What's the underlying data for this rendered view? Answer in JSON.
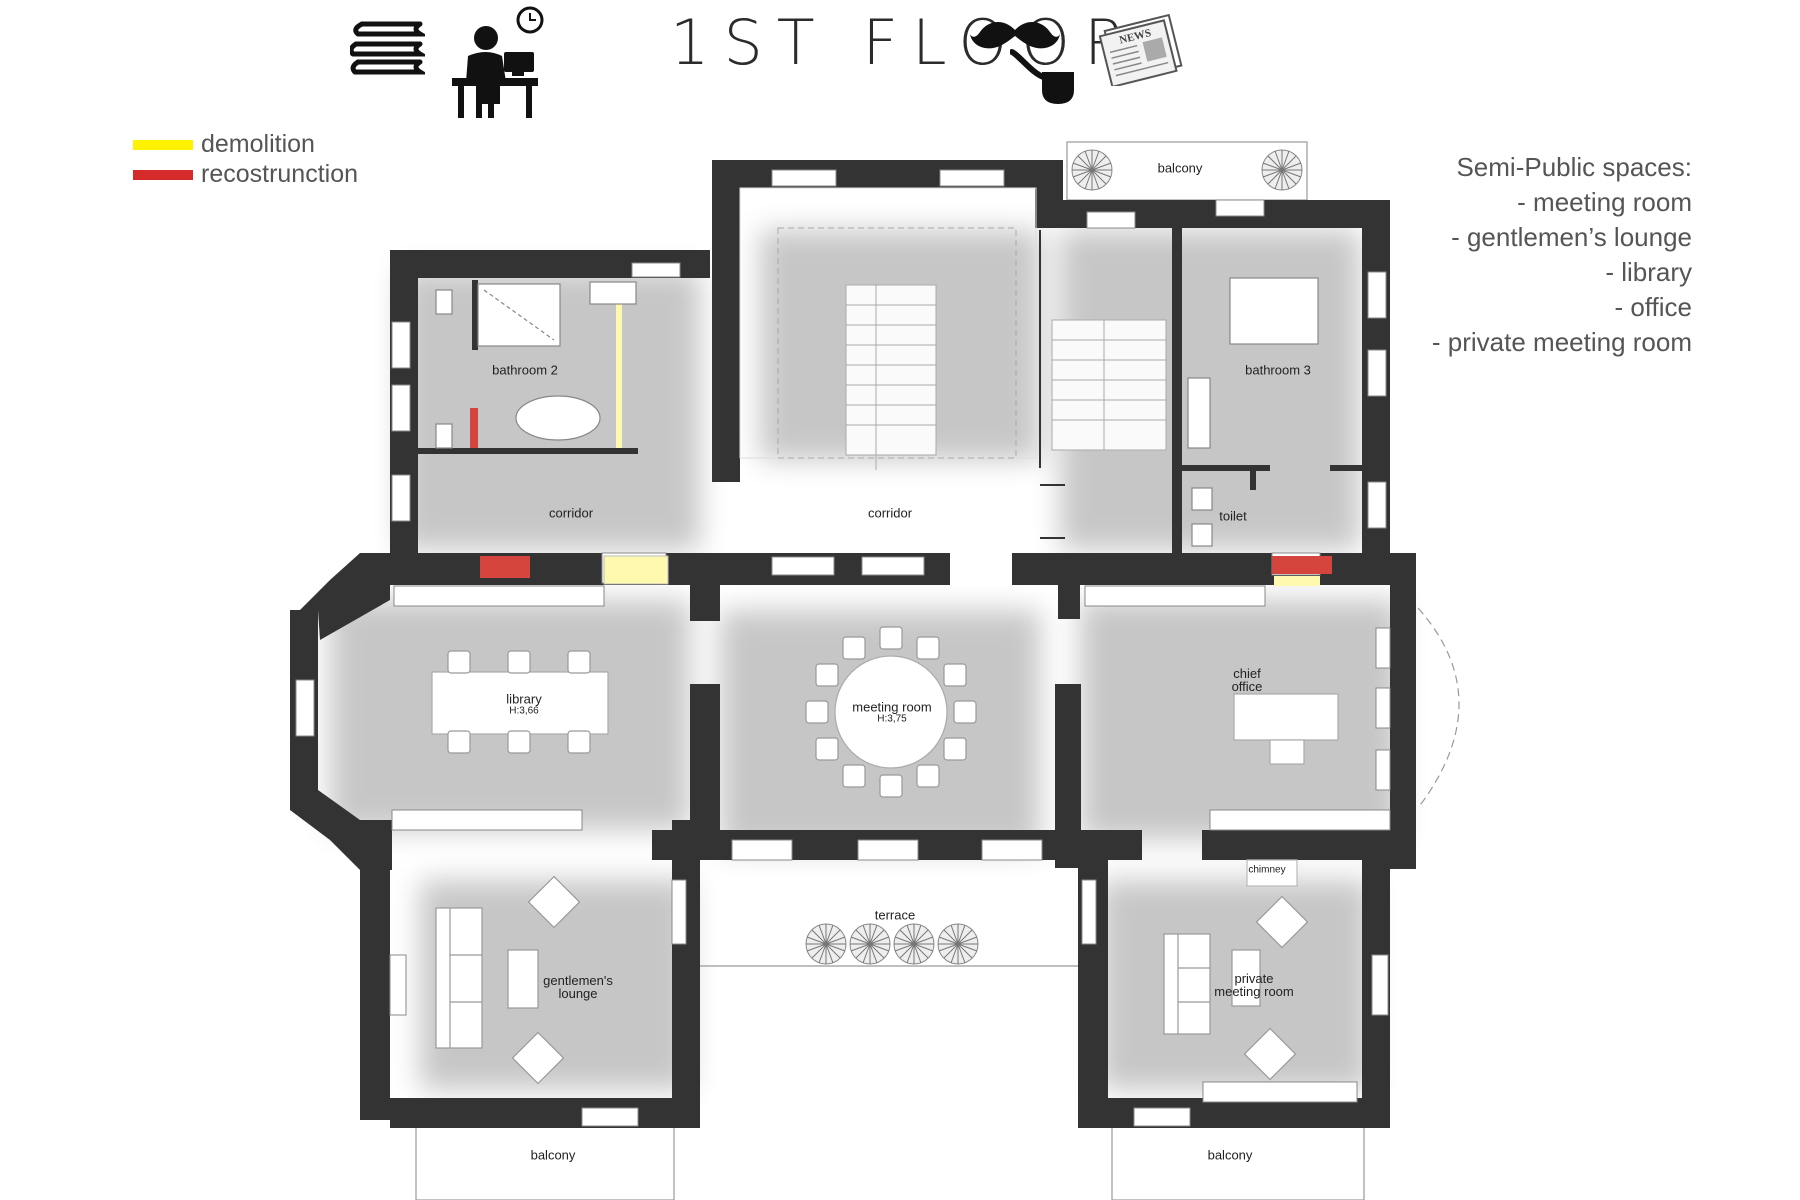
{
  "title": "1ST FLOOR",
  "legend": [
    {
      "label": "demolition",
      "color": "#fff200"
    },
    {
      "label": "recostrunction",
      "color": "#d62b2b"
    }
  ],
  "semi_public": {
    "heading": "Semi-Public spaces:",
    "items": [
      "- meeting room",
      "- gentlemen’s lounge",
      "- library",
      "- office",
      "- private meeting room"
    ]
  },
  "rooms": {
    "balcony_top": "balcony",
    "bathroom_2": "bathroom 2",
    "bathroom_3": "bathroom 3",
    "corridor_left": "corridor",
    "corridor_center": "corridor",
    "toilet": "toilet",
    "library": "library",
    "library_height": "H:3,66",
    "meeting_room": "meeting room",
    "meeting_room_height": "H:3,75",
    "chief_office_1": "chief",
    "chief_office_2": "office",
    "chimney": "chimney",
    "terrace": "terrace",
    "gentlemen_1": "gentlemen's",
    "gentlemen_2": "lounge",
    "private_1": "private",
    "private_2": "meeting room",
    "balcony_left": "balcony",
    "balcony_right": "balcony"
  },
  "icons": [
    "books-icon",
    "office-worker-icon",
    "clock-icon",
    "mustache-icon",
    "pipe-icon",
    "newspaper-icon",
    "plant-icon"
  ],
  "newspaper_text": "NEWS",
  "colors": {
    "wall": "#333333",
    "demolition": "#fff9b0",
    "reconstruction": "#d6453d",
    "fixture": "#ffffff"
  }
}
